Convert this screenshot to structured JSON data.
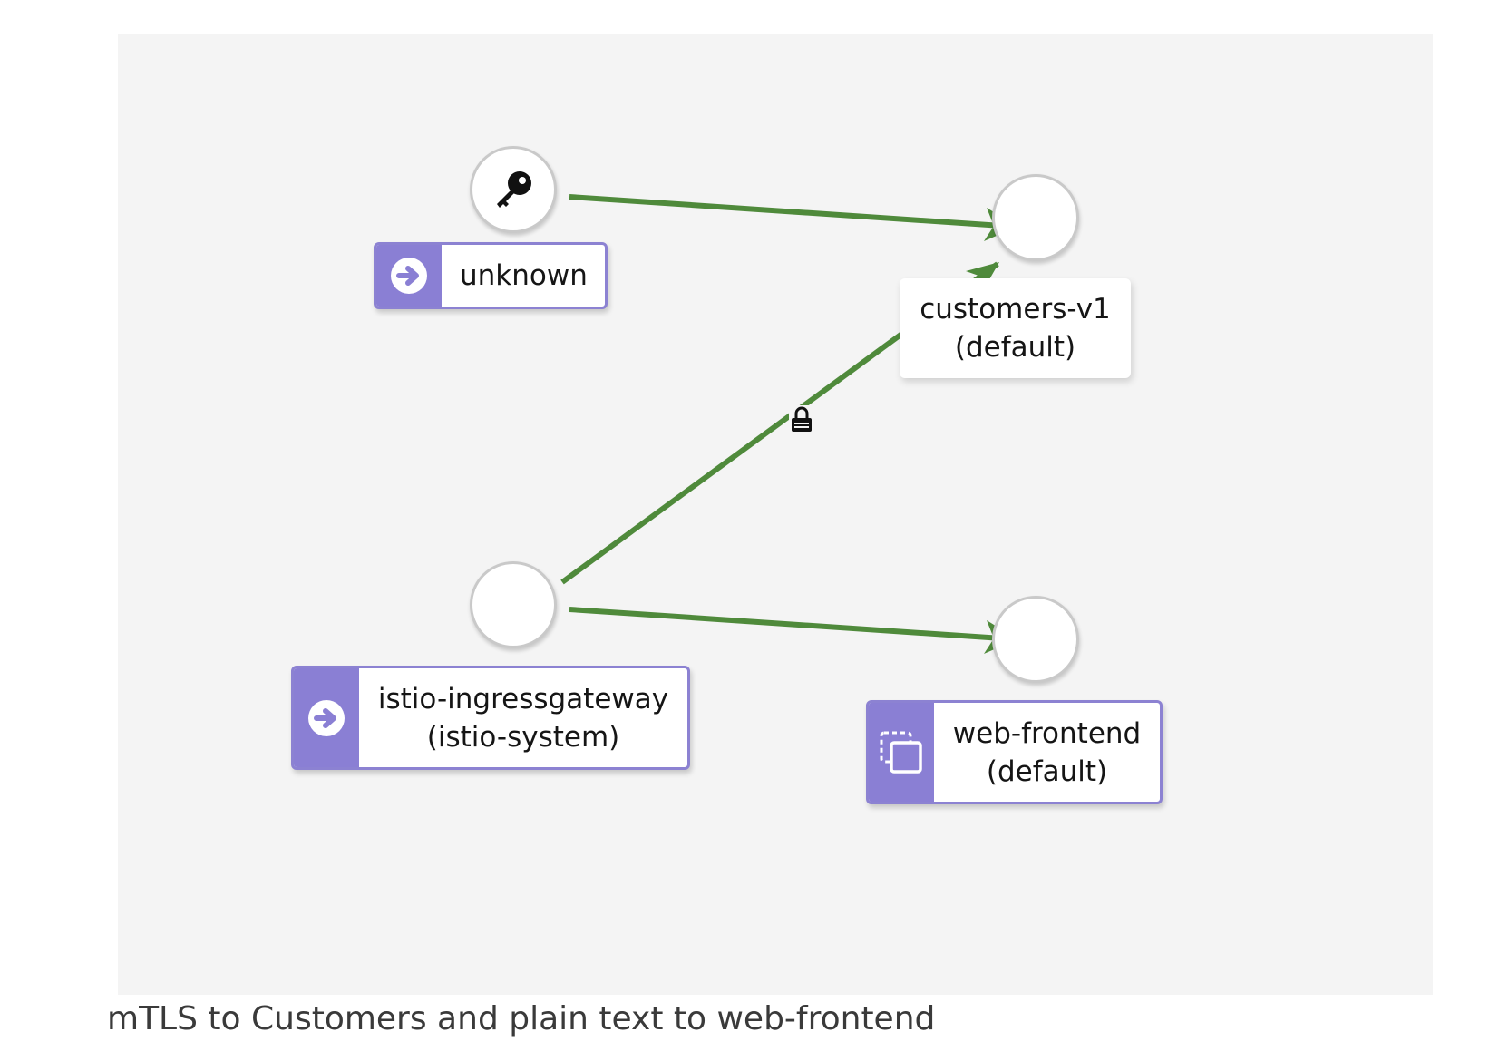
{
  "nodes": {
    "unknown": {
      "label": "unknown",
      "badge_icon": "arrow-right-circle-icon",
      "node_icon": "key-icon"
    },
    "customers": {
      "line1": "customers-v1",
      "line2": "(default)"
    },
    "ingress": {
      "line1": "istio-ingressgateway",
      "line2": "(istio-system)",
      "badge_icon": "arrow-right-circle-icon"
    },
    "web_frontend": {
      "line1": "web-frontend",
      "line2": "(default)",
      "badge_icon": "workload-icon"
    }
  },
  "edges": [
    {
      "from": "unknown",
      "to": "customers-v1",
      "mtls": false
    },
    {
      "from": "istio-ingressgateway",
      "to": "customers-v1",
      "mtls": true,
      "marker_icon": "lock-icon"
    },
    {
      "from": "istio-ingressgateway",
      "to": "web-frontend",
      "mtls": false
    }
  ],
  "colors": {
    "edge": "#4f8a3b",
    "badge": "#8a7fd4",
    "badge_border": "#8c82d2",
    "canvas": "#f4f4f4"
  },
  "caption": "mTLS to Customers and plain text to web-frontend"
}
